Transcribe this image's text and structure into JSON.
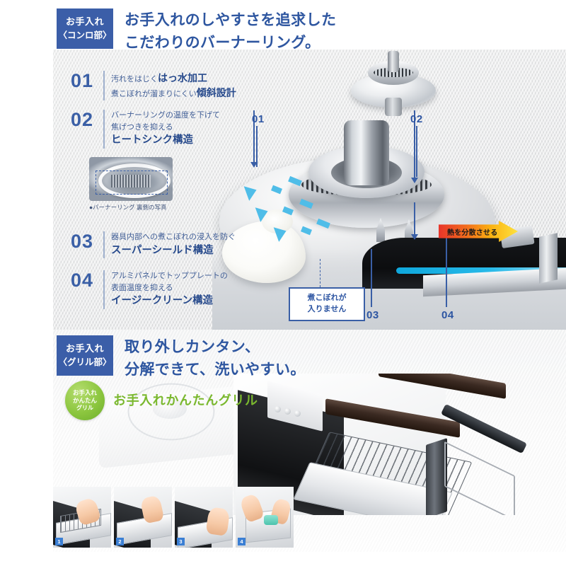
{
  "section_conro": {
    "badge": {
      "line1": "お手入れ",
      "line2": "〈コンロ部〉"
    },
    "title": "お手入れのしやすさを追求した\nこだわりのバーナーリング。",
    "features": [
      {
        "number": "01",
        "line1_normal": "汚れをはじく",
        "line1_bold": "はっ水加工",
        "line2_normal": "煮こぼれが溜まりにくい",
        "line2_bold": "傾斜設計"
      },
      {
        "number": "02",
        "line1": "バーナーリングの温度を下げて",
        "line2": "焦げつきを抑える",
        "strong": "ヒートシンク構造"
      },
      {
        "number": "03",
        "line1": "器具内部への煮こぼれの浸入を防ぐ",
        "strong": "スーパーシールド構造"
      },
      {
        "number": "04",
        "line1": "アルミパネルでトッププレートの",
        "line2": "表面温度を抑える",
        "strong": "イージークリーン構造"
      }
    ],
    "inset_caption": "●バーナーリング 裏側の写真",
    "photo_callouts": [
      {
        "id": "01",
        "label": "01"
      },
      {
        "id": "02",
        "label": "02"
      },
      {
        "id": "03",
        "label": "03"
      },
      {
        "id": "04",
        "label": "04"
      }
    ],
    "note_box": "煮こぼれが\n入りません",
    "heat_arrow": "熱を分散させる",
    "colors": {
      "badge_blue": "#3b5ea8",
      "title_blue": "#2e56a0",
      "number_blue": "#3a5fa6",
      "flow_cyan": "#4fbde8",
      "panel_gray": "#e6e7e8"
    }
  },
  "section_grill": {
    "badge": {
      "line1": "お手入れ",
      "line2": "〈グリル部〉"
    },
    "title": "取り外しカンタン、\n分解できて、洗いやすい。",
    "green_badge": {
      "line1": "お手入れ",
      "line2": "かんたん",
      "line3": "グリル"
    },
    "grill_title": "お手入れかんたんグリル",
    "steps": [
      {
        "number": "1"
      },
      {
        "number": "2"
      },
      {
        "number": "3"
      },
      {
        "number": "4"
      }
    ],
    "colors": {
      "green": "#8cc63f",
      "green_text": "#7ab82e",
      "step_badge_blue": "#3b7fd4"
    }
  }
}
